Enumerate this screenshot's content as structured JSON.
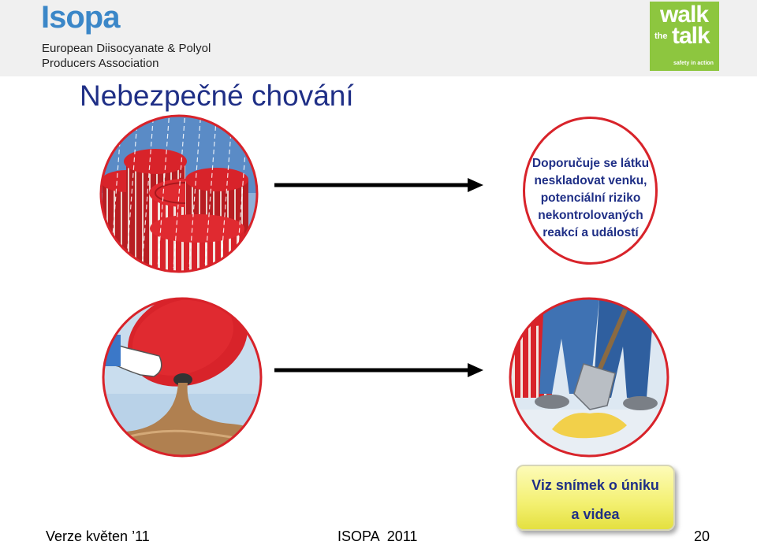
{
  "header": {
    "logo_text": "Isopa",
    "org_line1": "European Diisocyanate & Polyol",
    "org_line2": "Producers Association",
    "partner_logo": {
      "walk": "walk",
      "the": "the",
      "talk": "talk",
      "tagline": "safety in action"
    }
  },
  "title": "Nebezpečné chování",
  "illustrations": [
    {
      "icon": "drums-in-rain-icon"
    },
    {
      "icon": "pouring-drum-spill-icon"
    },
    {
      "icon": "worker-shovel-spill-icon"
    }
  ],
  "warning": {
    "lines": [
      "Doporučuje se látku",
      "neskladovat venku,",
      "potenciální riziko",
      "nekontrolovaných",
      "reakcí a událostí"
    ]
  },
  "info_box": {
    "line1": "Viz snímek o úniku",
    "line2": "a videa"
  },
  "footer": {
    "version": "Verze květen ’11",
    "center": "ISOPA  2011",
    "page_number": "20"
  },
  "colors": {
    "title": "#1f2f86",
    "warning_border": "#d8232a",
    "drum_red": "#d8232a",
    "partner_green": "#8dc63f",
    "isopa_blue": "#3b87c8",
    "info_box": "#f3f070"
  }
}
